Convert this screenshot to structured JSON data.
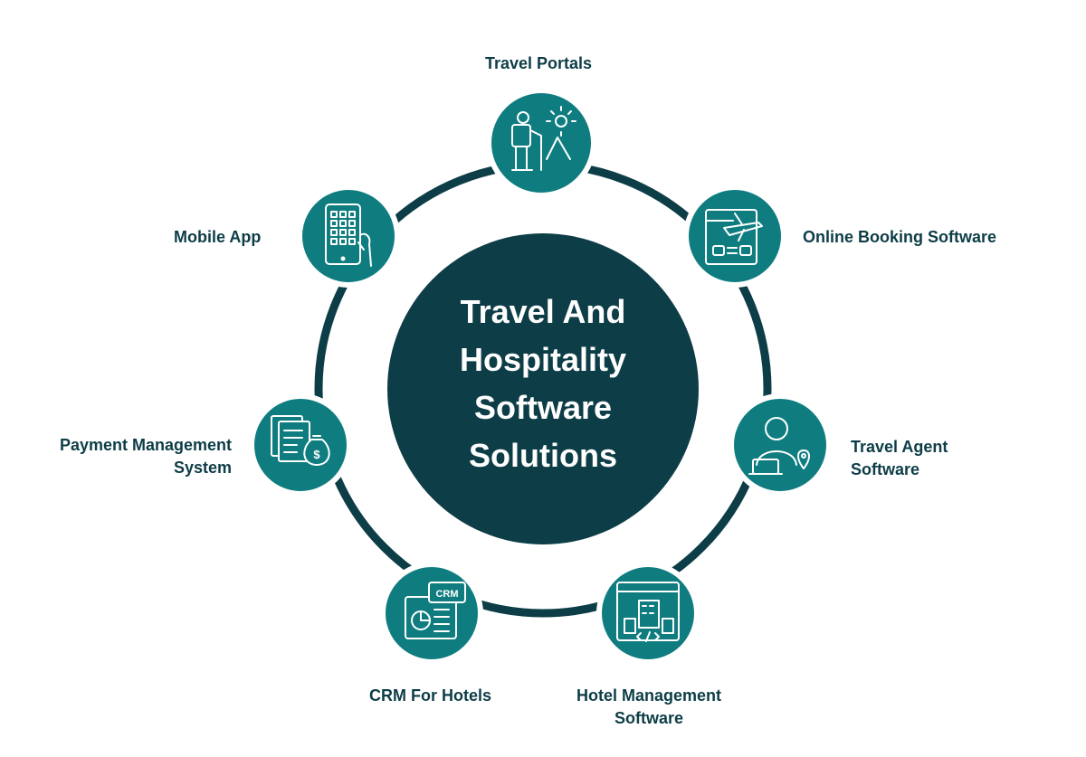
{
  "center": {
    "title": "Travel And Hospitality Software Solutions"
  },
  "nodes": [
    {
      "id": "travel-portals",
      "label": "Travel Portals",
      "icon": "hiker-mountain-icon"
    },
    {
      "id": "online-booking",
      "label": "Online Booking Software",
      "icon": "flight-booking-window-icon"
    },
    {
      "id": "travel-agent",
      "label": "Travel Agent Software",
      "icon": "agent-laptop-location-icon"
    },
    {
      "id": "hotel-management",
      "label": "Hotel Management Software",
      "icon": "hotel-browser-code-icon"
    },
    {
      "id": "crm-hotels",
      "label": "CRM For Hotels",
      "icon": "crm-dashboard-icon",
      "icon_text": "CRM"
    },
    {
      "id": "payment",
      "label": "Payment Management System",
      "icon": "documents-money-bag-icon"
    },
    {
      "id": "mobile-app",
      "label": "Mobile App",
      "icon": "smartphone-hand-icon"
    }
  ],
  "colors": {
    "ring": "#0d3d47",
    "center_fill": "#0d3d47",
    "node_fill": "#0f7d80",
    "node_stroke": "#ffffff",
    "label_text": "#0d3d47",
    "center_text": "#ffffff"
  }
}
